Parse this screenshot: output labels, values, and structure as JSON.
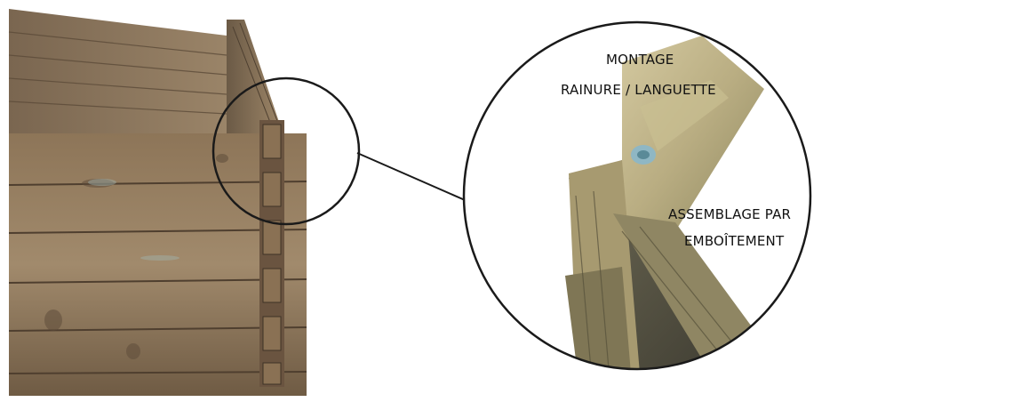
{
  "labels": {
    "montage_line1": "MONTAGE",
    "montage_line2": "RAINURE / LANGUETTE",
    "assemblage_line1": "ASSEMBLAGE PAR",
    "assemblage_line2": "EMBOÎTEMENT"
  },
  "colors": {
    "wood_light": "#b39a78",
    "wood_mid": "#8a7154",
    "wood_dark": "#5a4a38",
    "wood_green": "#9aa070",
    "outline": "#1a1a1a",
    "background": "#ffffff"
  }
}
